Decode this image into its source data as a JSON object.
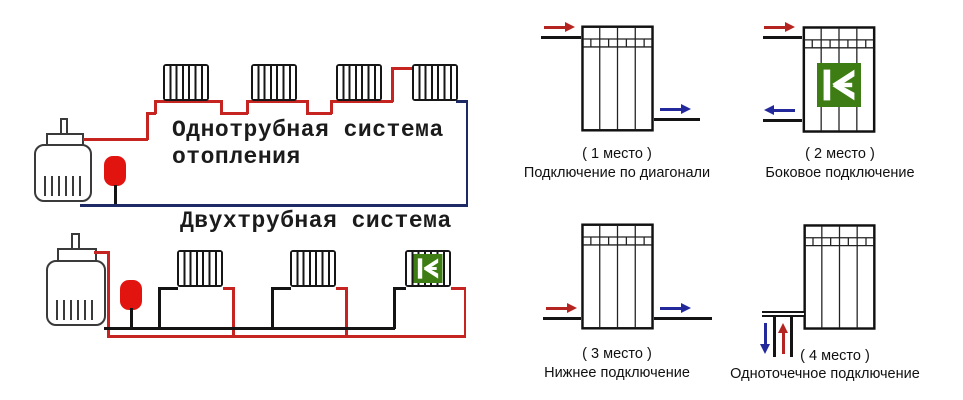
{
  "colors": {
    "supply": "#c62420",
    "return_navy": "#1e2a66",
    "pipe_black": "#141414",
    "tank": "#e21410",
    "arrow_red": "#b42420",
    "arrow_blue": "#23289b",
    "logo_green": "#3e7d13"
  },
  "diagrams": {
    "single_pipe": {
      "title_line1": "Однотрубная система",
      "title_line2": "отопления"
    },
    "two_pipe": {
      "title": "Двухтрубная система"
    }
  },
  "brand": {
    "logo_letter": "K"
  },
  "panels": [
    {
      "place": "( 1 место )",
      "label": "Подключение по диагонали"
    },
    {
      "place": "( 2 место )",
      "label": "Боковое подключение"
    },
    {
      "place": "( 3 место )",
      "label": "Нижнее подключение"
    },
    {
      "place": "( 4 место )",
      "label": "Одноточечное подключение"
    }
  ]
}
